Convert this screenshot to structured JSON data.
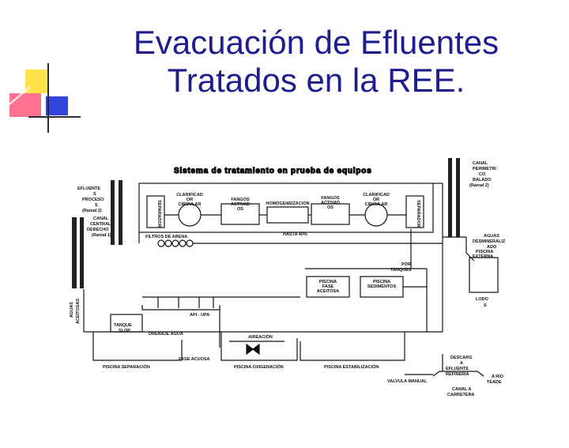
{
  "slide": {
    "title_line1": "Evacuación de Efluentes",
    "title_line2": "Tratados en la REE."
  },
  "colors": {
    "title": "#1d1d8f",
    "bullet_yellow": "#ffe24a",
    "bullet_blue": "#3344dd",
    "bullet_pink": "#ff3366"
  },
  "diagram": {
    "header": "Sistema de tratamiento en prueba de equipos",
    "labels": {
      "efluente": [
        "EFLUENTE",
        "S",
        "PROCESO",
        "S",
        "(Ramal 2)"
      ],
      "canal_central": [
        "CANAL",
        "CENTRAL",
        "DERECHO",
        "(Ramal 1)"
      ],
      "canal_perimetral": [
        "CANAL",
        "PERIMETRI",
        "CO",
        "BALADO",
        "(Ramal 2)"
      ],
      "separator_left": "SEPARADOR",
      "separator_right": "SEPARADOR",
      "clarificado_1": [
        "CLARIFICAD",
        "OR",
        "CIRCULAR"
      ],
      "fangos_1": [
        "FANGOS",
        "ACTIVAD",
        "OS"
      ],
      "homogeneizacion": "HOMOGENEIZACION",
      "fangos_2": [
        "FANGOS",
        "ACTIVAD",
        "OS"
      ],
      "clarificado_2": [
        "CLARIFICAD",
        "OR",
        "CIRCULAR"
      ],
      "filtros_arena": "FILTROS DE ARENA",
      "hasta": "HASTA 40%",
      "aguas_desmin": [
        "AGUAS",
        "DESMINERALIZ",
        "ADO"
      ],
      "piscina_externa": [
        "PISCINA",
        "EXTERNA"
      ],
      "por_tanques": [
        "POR",
        "TANQUES"
      ],
      "piscina_fase": [
        "PISCINA",
        "FASE",
        "ACEITOSA"
      ],
      "piscina_sedimentos": [
        "PISCINA",
        "SEDIMENTOS"
      ],
      "lodos": [
        "LODO",
        "S"
      ],
      "api": "API - UPA",
      "aguas_aceitosas": [
        "AGUAS",
        "ACEITOSAS"
      ],
      "tanque_slop": [
        "TANQUE",
        "SLOP"
      ],
      "drenaje": "DRENAJE AGUA",
      "aireacion": "AIREACIÓN",
      "aguas_acuosa": "FASE ACUOSA",
      "piscina_separacion": "PISCINA SEPARACIÓN",
      "piscina_oxigenacion": "PISCINA OXIGENACIÓN",
      "piscina_estabilizacion": "PISCINA ESTABILIZACIÓN",
      "valvula": "VALVULA MANUAL",
      "descarga": [
        "DESCARG",
        "A",
        "EFLUENTE",
        "REFINERIA"
      ],
      "a_rio": [
        "A RIO",
        "TEADE"
      ],
      "canal_carretera": [
        "CANAL A",
        "CARRETERA"
      ]
    }
  }
}
